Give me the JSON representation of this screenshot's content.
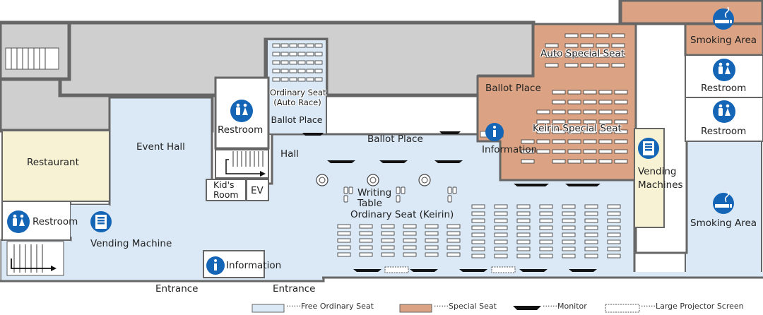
{
  "labels": {
    "event_hall": "Event Hall",
    "restaurant": "Restaurant",
    "restroom_left": "Restroom",
    "restroom_mid": "Restroom",
    "restroom_right1": "Restroom",
    "restroom_right2": "Restroom",
    "vending_left": "Vending Machine",
    "vending_right_1": "Vending",
    "vending_right_2": "Machines",
    "information_bottom": "Information",
    "information_top": "Information",
    "hall": "Hall",
    "kids_room_1": "Kid's",
    "kids_room_2": "Room",
    "ev": "EV",
    "ordinary_auto_1": "Ordinary Seat",
    "ordinary_auto_2": "(Auto Race)",
    "ballot_small": "Ballot Place",
    "ballot_center": "Ballot Place",
    "ballot_special": "Ballot Place",
    "auto_special": "Auto Special Seat",
    "keirin_special": "Keirin Special Seat",
    "writing_1": "Writing",
    "writing_2": "Table",
    "ordinary_keirin": "Ordinary Seat (Keirin)",
    "smoking_top": "Smoking Area",
    "smoking_right": "Smoking Area",
    "entrance_left": "Entrance",
    "entrance_right": "Entrance"
  },
  "legend": {
    "free": "Free Ordinary Seat",
    "special": "Special Seat",
    "monitor": "Monitor",
    "projector": "Large Projector Screen"
  },
  "colors": {
    "free_ordinary": "#dbe9f6",
    "special": "#dba383",
    "restaurant": "#f7f2d3",
    "wall": "#cfcfcf",
    "icon_blue": "#1565b7"
  },
  "icons": [
    "restroom-icon",
    "vending-machine-icon",
    "information-icon",
    "smoking-area-icon",
    "stairs-icon",
    "monitor-icon",
    "writing-table-icon"
  ]
}
